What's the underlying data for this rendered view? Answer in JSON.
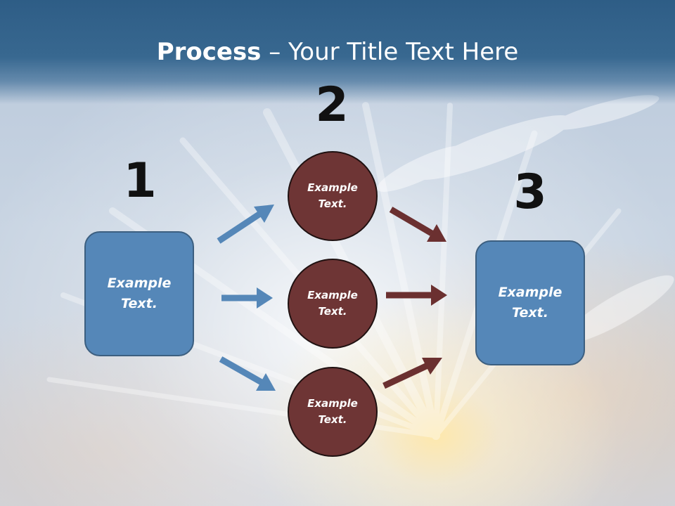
{
  "title": {
    "bold": "Process",
    "rest": " – Your Title Text Here"
  },
  "steps": [
    {
      "number": "1",
      "label": "Example Text."
    },
    {
      "number": "2",
      "items": [
        "Example Text.",
        "Example Text.",
        "Example Text."
      ]
    },
    {
      "number": "3",
      "label": "Example Text."
    }
  ],
  "colors": {
    "header": "#386890",
    "box_fill": "#5587b8",
    "circle_fill": "#6e3535",
    "arrow_blue": "#5587b8",
    "arrow_brown": "#6b3030"
  }
}
